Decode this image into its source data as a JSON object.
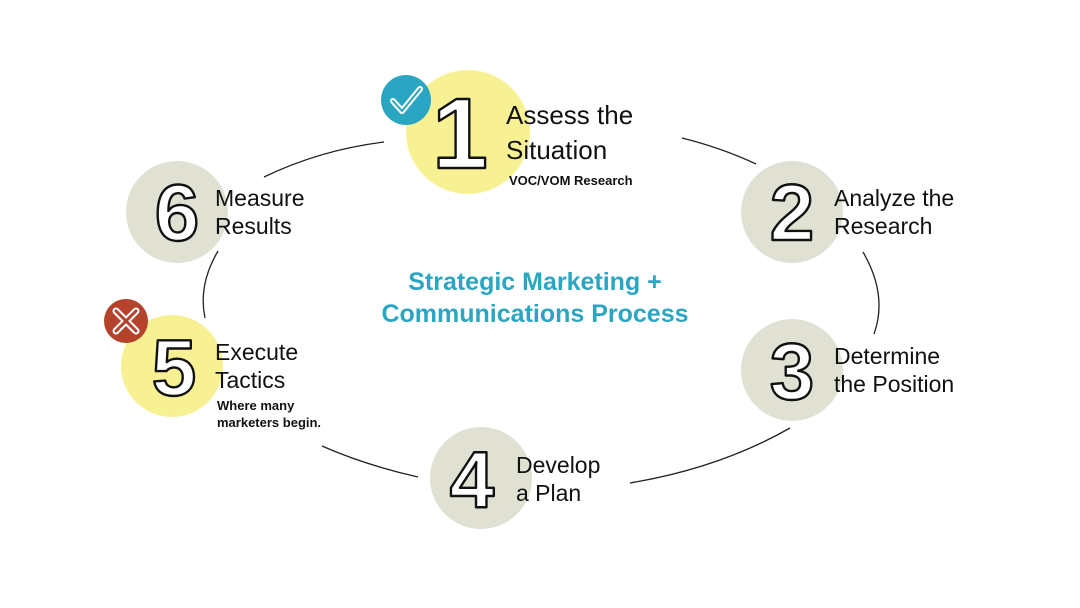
{
  "title": {
    "line1": "Strategic Marketing +",
    "line2": "Communications Process"
  },
  "steps": [
    {
      "number": "1",
      "line1": "Assess the",
      "line2": "Situation",
      "note": "VOC/VOM Research",
      "circle_color": "#f8f193",
      "badge": "check-icon"
    },
    {
      "number": "2",
      "line1": "Analyze the",
      "line2": "Research",
      "circle_color": "#e1e1d3"
    },
    {
      "number": "3",
      "line1": "Determine",
      "line2": "the Position",
      "circle_color": "#e1e1d3"
    },
    {
      "number": "4",
      "line1": "Develop",
      "line2": "a Plan",
      "circle_color": "#e1e1d3"
    },
    {
      "number": "5",
      "line1": "Execute",
      "line2": "Tactics",
      "note_line1": "Where many",
      "note_line2": "marketers begin.",
      "circle_color": "#f8f193",
      "badge": "x-icon"
    },
    {
      "number": "6",
      "line1": "Measure",
      "line2": "Results",
      "circle_color": "#e1e1d3"
    }
  ],
  "colors": {
    "title": "#2ba6c2",
    "check_badge": "#2ba6c2",
    "x_badge": "#b5422a",
    "connector": "#222222"
  }
}
